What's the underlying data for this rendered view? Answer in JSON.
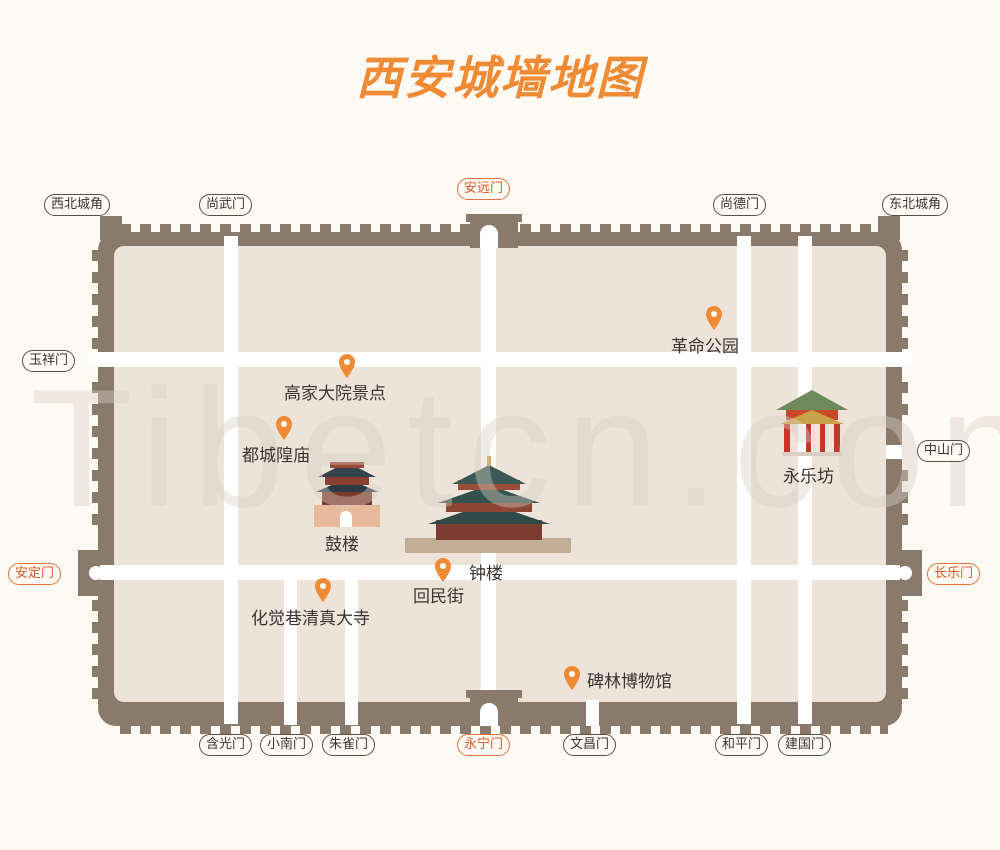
{
  "title": "西安城墙地图",
  "watermark": "Tibetcn.com",
  "colors": {
    "wall": "#8a7a6c",
    "inside": "#ede3d8",
    "road": "#ffffff",
    "accent": "#ef8a35"
  },
  "gates": {
    "xibei": "西北城角",
    "shangwu": "尚武门",
    "anyuan": "安远门",
    "shangde": "尚德门",
    "dongbei": "东北城角",
    "yuxiang": "玉祥门",
    "zhongshan": "中山门",
    "anding": "安定门",
    "changle": "长乐门",
    "hanguang": "含光门",
    "xiaonan": "小南门",
    "zhuque": "朱雀门",
    "yongning": "永宁门",
    "wenchang": "文昌门",
    "heping": "和平门",
    "jianguo": "建国门"
  },
  "places": {
    "geming": "革命公园",
    "gaojia": "高家大院景点",
    "duchenghuang": "都城隍庙",
    "yongle": "永乐坊",
    "gulou": "鼓楼",
    "zhonglou": "钟楼",
    "huimin": "回民街",
    "huajue": "化觉巷清真大寺",
    "beilin": "碑林博物馆"
  },
  "icons": {
    "pin": "location-pin-icon",
    "drum_tower": "drum-tower-icon",
    "bell_tower": "bell-tower-icon",
    "archway": "archway-icon"
  }
}
